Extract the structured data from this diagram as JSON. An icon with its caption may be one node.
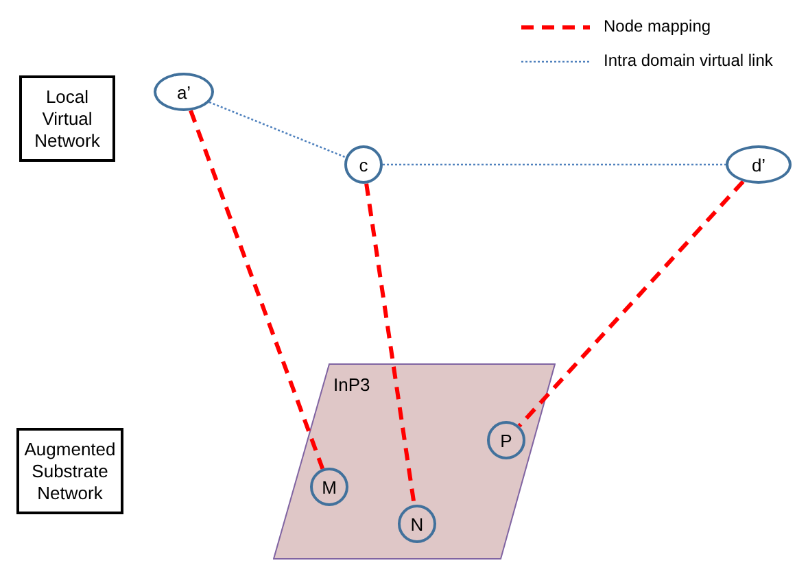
{
  "diagram": {
    "nodes": [
      {
        "text": [
          "Local Virtual Network"
        ]
      },
      {
        "text": [
          "a’"
        ]
      },
      {
        "text": [
          "c"
        ]
      },
      {
        "text": [
          "d’"
        ]
      },
      {
        "text": [
          "Augmented Substrate Network"
        ]
      },
      {
        "text": [
          "InP3"
        ]
      },
      {
        "text": [
          "M"
        ],
        "in": 5
      },
      {
        "text": [
          "N"
        ],
        "in": 5
      },
      {
        "text": [
          "P"
        ],
        "in": 5
      }
    ],
    "edges": [
      {
        "from": 1,
        "to": 2,
        "arrow": "none",
        "color": "#4f81bd"
      },
      {
        "from": 2,
        "to": 3,
        "arrow": "none",
        "color": "#4f81bd"
      },
      {
        "from": 1,
        "to": 6,
        "arrow": "none",
        "style": "dashed",
        "color": "#ff0000"
      },
      {
        "from": 2,
        "to": 7,
        "arrow": "none",
        "style": "dashed",
        "color": "#ff0000"
      },
      {
        "from": 3,
        "to": 8,
        "arrow": "none",
        "style": "dashed",
        "color": "#ff0000"
      }
    ],
    "legend": [
      {
        "text": "Node mapping"
      },
      {
        "text": "Intra domain virtual link"
      }
    ]
  }
}
